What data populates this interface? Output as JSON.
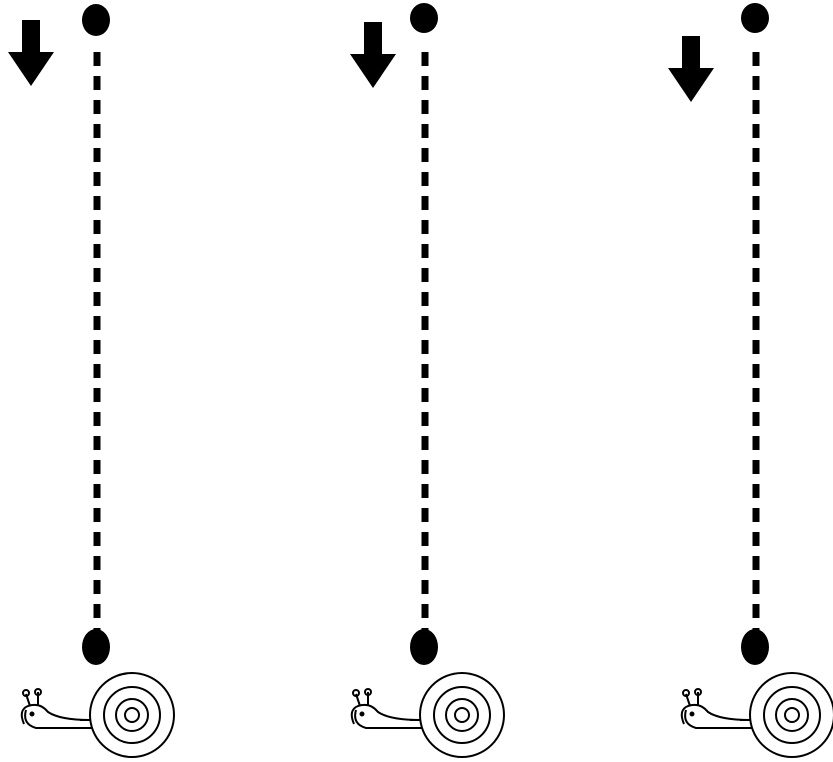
{
  "worksheet": {
    "lanes": [
      {
        "arrow_icon": "down-arrow-icon",
        "start_dot": "dot-icon",
        "path_style": "dashed-vertical",
        "end_dot": "dot-icon",
        "target_icon": "snail-icon"
      },
      {
        "arrow_icon": "down-arrow-icon",
        "start_dot": "dot-icon",
        "path_style": "dashed-vertical",
        "end_dot": "dot-icon",
        "target_icon": "snail-icon"
      },
      {
        "arrow_icon": "down-arrow-icon",
        "start_dot": "dot-icon",
        "path_style": "dashed-vertical",
        "end_dot": "dot-icon",
        "target_icon": "snail-icon"
      }
    ],
    "colors": {
      "ink": "#000000",
      "paper": "#ffffff"
    }
  }
}
